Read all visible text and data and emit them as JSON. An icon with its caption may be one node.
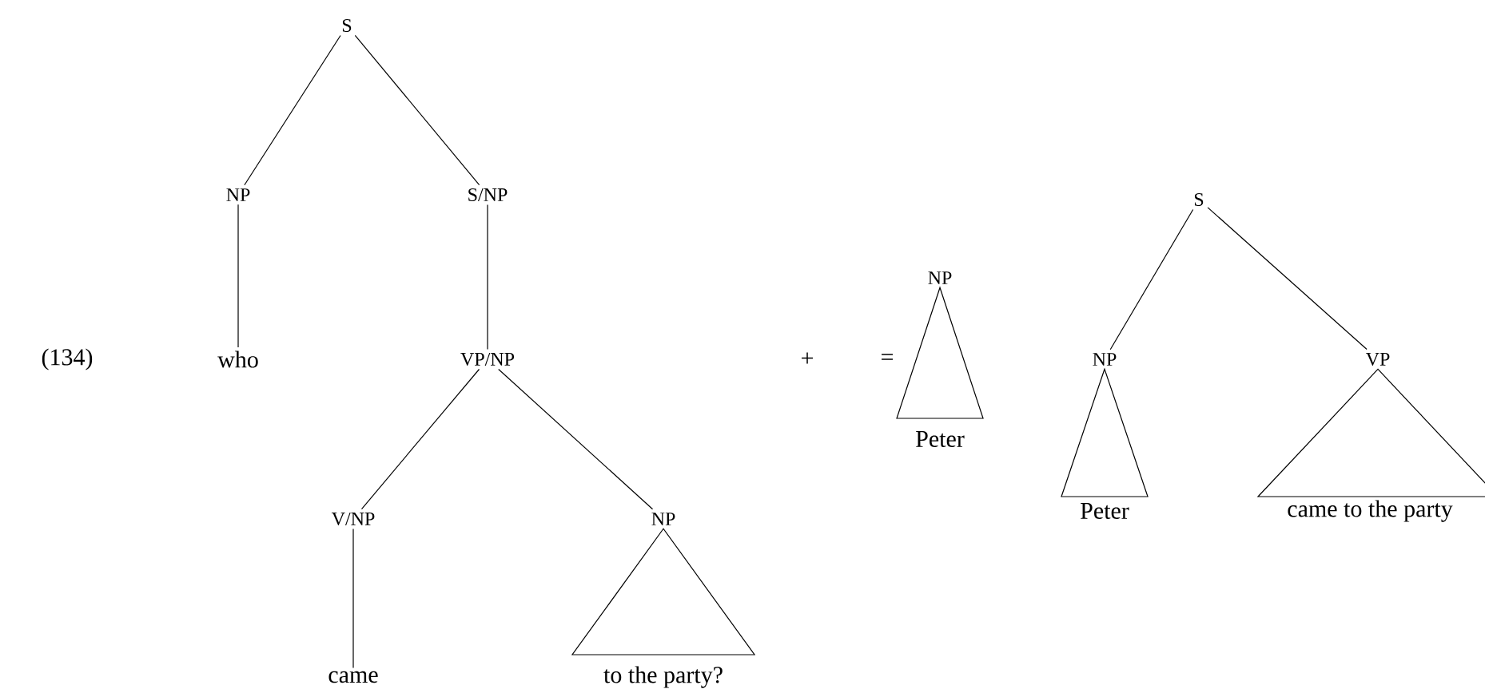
{
  "diagram": {
    "nodes": [
      {
        "text": [
          "S"
        ]
      },
      {
        "text": [
          "NP"
        ]
      },
      {
        "text": [
          "S/NP"
        ]
      },
      {
        "text": [
          "who"
        ]
      },
      {
        "text": [
          "VP/NP"
        ]
      },
      {
        "text": [
          "V/NP"
        ]
      },
      {
        "text": [
          "NP"
        ]
      },
      {
        "text": [
          "came"
        ]
      },
      {
        "text": [
          "to the party?"
        ]
      },
      {
        "text": [
          "NP"
        ]
      },
      {
        "text": [
          "Peter"
        ]
      },
      {
        "text": [
          "S"
        ]
      },
      {
        "text": [
          "NP"
        ]
      },
      {
        "text": [
          "VP"
        ]
      },
      {
        "text": [
          "Peter"
        ]
      },
      {
        "text": [
          "came to the party"
        ]
      }
    ],
    "edges": [
      {
        "from": 0,
        "to": 1,
        "arrow": "none"
      },
      {
        "from": 0,
        "to": 2,
        "arrow": "none"
      },
      {
        "from": 1,
        "to": 3,
        "arrow": "none"
      },
      {
        "from": 2,
        "to": 4,
        "arrow": "none"
      },
      {
        "from": 4,
        "to": 5,
        "arrow": "none"
      },
      {
        "from": 4,
        "to": 6,
        "arrow": "none"
      },
      {
        "from": 5,
        "to": 7,
        "arrow": "none"
      },
      {
        "from": 11,
        "to": 12,
        "arrow": "none"
      },
      {
        "from": 11,
        "to": 13,
        "arrow": "none"
      }
    ],
    "labels": [
      "(134)",
      "+",
      "="
    ]
  }
}
